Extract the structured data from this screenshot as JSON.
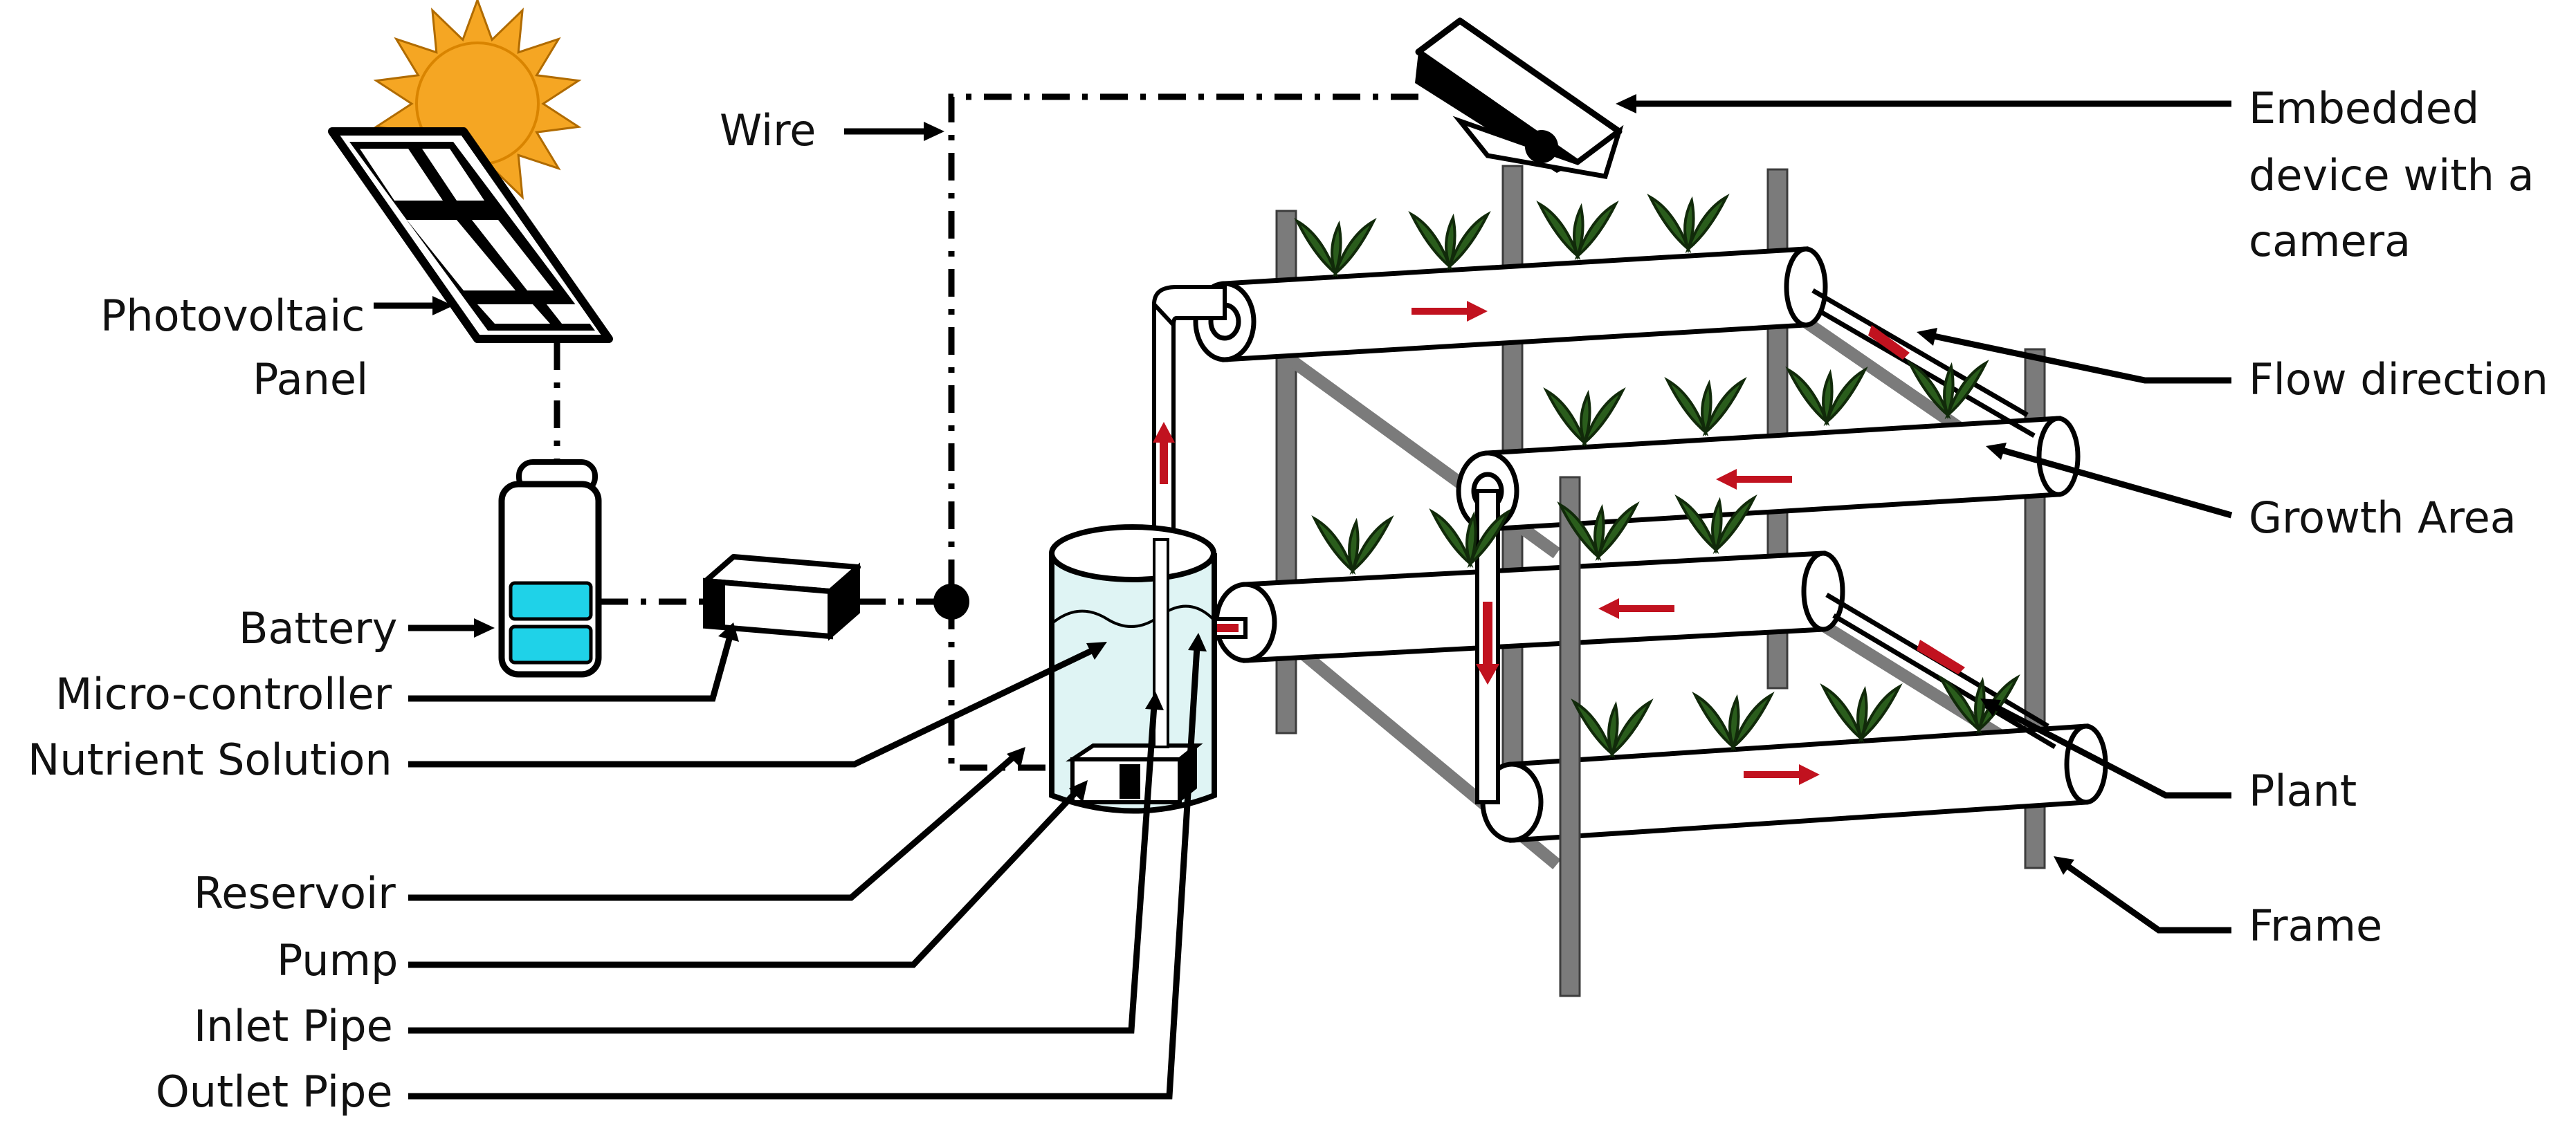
{
  "labels": {
    "photovoltaic": [
      "Photovoltaic",
      "Panel"
    ],
    "battery": "Battery",
    "microcontroller": "Micro-controller",
    "nutrient_solution": "Nutrient Solution",
    "reservoir": "Reservoir",
    "pump": "Pump",
    "inlet_pipe": "Inlet Pipe",
    "outlet_pipe": "Outlet Pipe",
    "wire": "Wire",
    "embedded_device": [
      "Embedded",
      "device with a",
      "camera"
    ],
    "flow_direction": "Flow direction",
    "growth_area": "Growth Area",
    "plant": "Plant",
    "frame": "Frame"
  },
  "colors": {
    "sun": "#f5a623",
    "battery_cells": "#1fd2e8",
    "water": "#dff4f4",
    "flow_arrow": "#c1121f",
    "plant": "#2a5d1c",
    "frame": "#7b7b7b"
  }
}
